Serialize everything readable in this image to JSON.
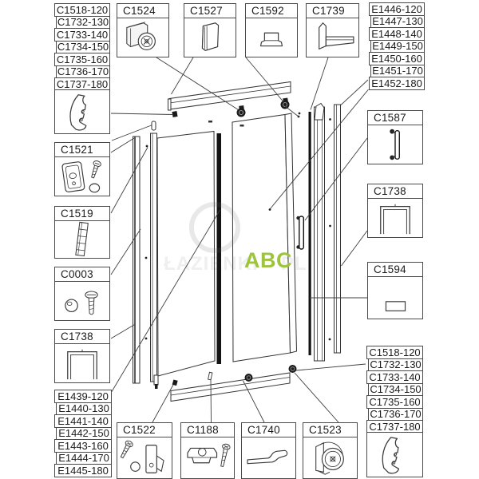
{
  "accent_green": "#9cc43c",
  "line_color": "#3f3f3f",
  "watermark": {
    "brand": "ABC",
    "ghost_left": "ŁAZIENKI",
    "ghost_right": "PL"
  },
  "lists": {
    "top_left": {
      "items": [
        "C1518-120",
        "C1732-130",
        "C1733-140",
        "C1734-150",
        "C1735-160",
        "C1736-170",
        "C1737-180"
      ],
      "icon": "wall-profile-bracket"
    },
    "top_right": {
      "items": [
        "E1446-120",
        "E1447-130",
        "E1448-140",
        "E1449-150",
        "E1450-160",
        "E1451-170",
        "E1452-180"
      ]
    },
    "bottom_left": {
      "items": [
        "E1439-120",
        "E1440-130",
        "E1441-140",
        "E1442-150",
        "E1443-160",
        "E1444-170",
        "E1445-180"
      ]
    },
    "bottom_right": {
      "items": [
        "C1518-120",
        "C1732-130",
        "C1733-140",
        "C1734-150",
        "C1735-160",
        "C1736-170",
        "C1737-180"
      ],
      "icon": "wall-profile-bracket"
    }
  },
  "parts": {
    "c1524": {
      "label": "C1524",
      "icon": "top-roller"
    },
    "c1527": {
      "label": "C1527",
      "icon": "guide-block"
    },
    "c1592": {
      "label": "C1592",
      "icon": "rail-clip"
    },
    "c1739": {
      "label": "C1739",
      "icon": "corner-profile"
    },
    "c1587": {
      "label": "C1587",
      "icon": "door-handle"
    },
    "c1738_right": {
      "label": "C1738",
      "icon": "u-profile"
    },
    "c1594": {
      "label": "C1594",
      "icon": "cover-plate"
    },
    "c1521": {
      "label": "C1521",
      "icon": "latch-set"
    },
    "c1519": {
      "label": "C1519",
      "icon": "magnetic-strip"
    },
    "c0003": {
      "label": "C0003",
      "icon": "screw-and-cap"
    },
    "c1738_left": {
      "label": "C1738",
      "icon": "u-profile"
    },
    "c1522": {
      "label": "C1522",
      "icon": "latch-screw-set"
    },
    "c1188": {
      "label": "C1188",
      "icon": "clamp-and-screw"
    },
    "c1740": {
      "label": "C1740",
      "icon": "spring-hook"
    },
    "c1523": {
      "label": "C1523",
      "icon": "bottom-roller"
    }
  }
}
